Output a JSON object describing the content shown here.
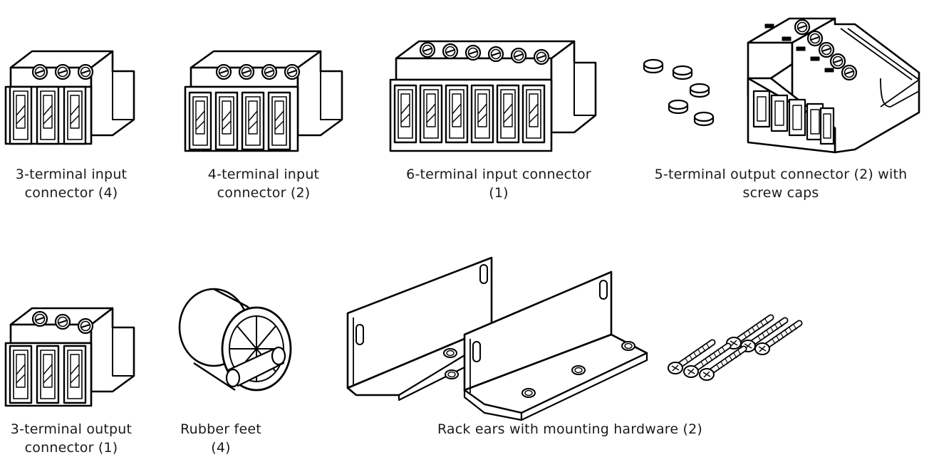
{
  "items": [
    {
      "key": "in3",
      "lines": [
        "3-terminal input",
        "connector (4)"
      ]
    },
    {
      "key": "in4",
      "lines": [
        "4-terminal input",
        "connector (2)"
      ]
    },
    {
      "key": "in6",
      "lines": [
        "6-terminal input connector",
        "(1)"
      ]
    },
    {
      "key": "out5",
      "lines": [
        "5-terminal output connector (2) with",
        "screw caps"
      ]
    },
    {
      "key": "out3",
      "lines": [
        "3-terminal output",
        "connector (1)"
      ]
    },
    {
      "key": "feet",
      "lines": [
        "Rubber feet",
        "(4)"
      ]
    },
    {
      "key": "ears",
      "lines": [
        "Rack ears with mounting hardware (2)"
      ]
    }
  ]
}
